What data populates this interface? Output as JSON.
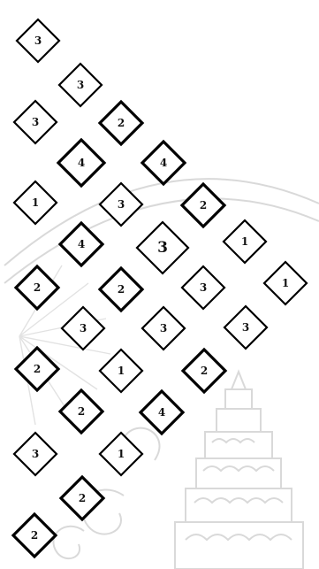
{
  "colors": {
    "background": "#ffffff",
    "diamond_stroke": "#000000",
    "label_text": "#111111",
    "watermark": "#d9d9d9"
  },
  "background_decoration": "faint-emblem-watermark",
  "diamonds": [
    {
      "label": "3"
    },
    {
      "label": "3"
    },
    {
      "label": "3"
    },
    {
      "label": "2",
      "bold": true
    },
    {
      "label": "4",
      "bold": true
    },
    {
      "label": "4",
      "bold": true
    },
    {
      "label": "1"
    },
    {
      "label": "3"
    },
    {
      "label": "2",
      "bold": true
    },
    {
      "label": "4",
      "bold": true
    },
    {
      "label": "3",
      "big": true
    },
    {
      "label": "1"
    },
    {
      "label": "2",
      "bold": true
    },
    {
      "label": "2",
      "bold": true
    },
    {
      "label": "3"
    },
    {
      "label": "1"
    },
    {
      "label": "3"
    },
    {
      "label": "3"
    },
    {
      "label": "3"
    },
    {
      "label": "2",
      "bold": true
    },
    {
      "label": "1"
    },
    {
      "label": "2",
      "bold": true
    },
    {
      "label": "2",
      "bold": true
    },
    {
      "label": "4",
      "bold": true
    },
    {
      "label": "3"
    },
    {
      "label": "1"
    },
    {
      "label": "2",
      "bold": true
    },
    {
      "label": "2",
      "bold": true
    }
  ]
}
